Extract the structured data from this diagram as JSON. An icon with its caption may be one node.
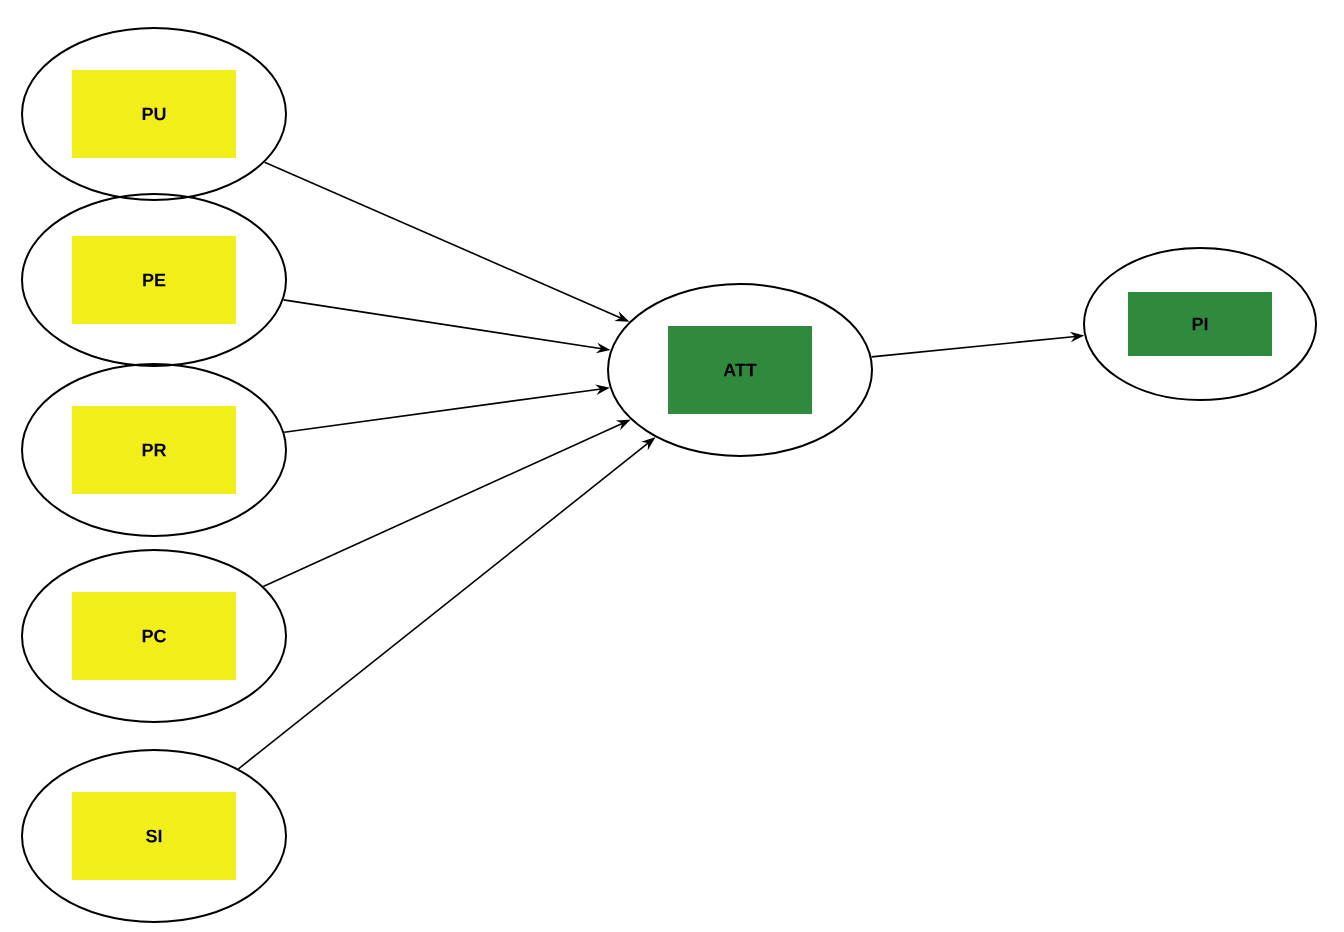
{
  "diagram": {
    "nodes": [
      {
        "text": [
          "PU"
        ]
      },
      {
        "text": [
          "PE"
        ]
      },
      {
        "text": [
          "PR"
        ]
      },
      {
        "text": [
          "PC"
        ]
      },
      {
        "text": [
          "SI"
        ]
      },
      {
        "text": [
          "ATT"
        ]
      },
      {
        "text": [
          "PI"
        ]
      }
    ],
    "edges": [
      {
        "from": 0,
        "to": 5,
        "arrow": "to"
      },
      {
        "from": 1,
        "to": 5,
        "arrow": "to"
      },
      {
        "from": 2,
        "to": 5,
        "arrow": "to"
      },
      {
        "from": 3,
        "to": 5,
        "arrow": "to"
      },
      {
        "from": 4,
        "to": 5,
        "arrow": "to"
      },
      {
        "from": 5,
        "to": 6,
        "arrow": "to"
      }
    ]
  }
}
